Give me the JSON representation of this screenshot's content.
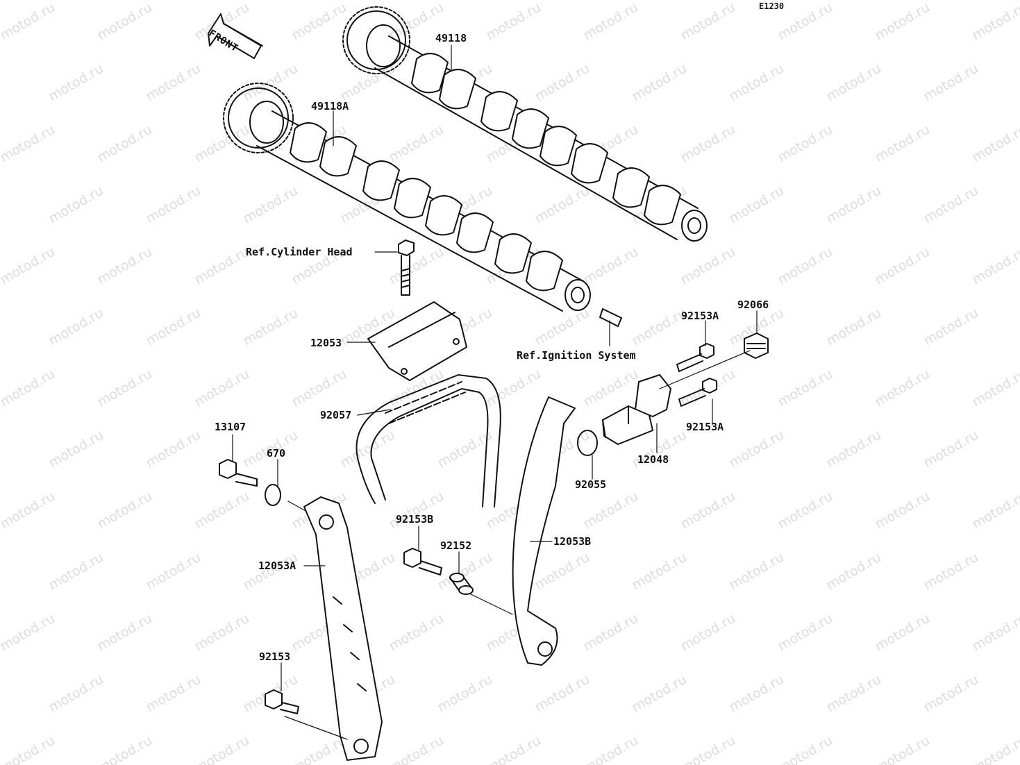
{
  "diagram": {
    "code": "E1230",
    "front_label": "FRONT",
    "watermark_text": "motod.ru",
    "parts": {
      "p49118": "49118",
      "p49118A": "49118A",
      "ref_cylinder_head": "Ref.Cylinder Head",
      "ref_ignition_system": "Ref.Ignition System",
      "p12053": "12053",
      "p92153A_top": "92153A",
      "p92066": "92066",
      "p92153A_bottom": "92153A",
      "p12048": "12048",
      "p92057": "92057",
      "p13107": "13107",
      "p670": "670",
      "p92055": "92055",
      "p92153B": "92153B",
      "p92152": "92152",
      "p12053B": "12053B",
      "p12053A": "12053A",
      "p92153": "92153"
    }
  }
}
